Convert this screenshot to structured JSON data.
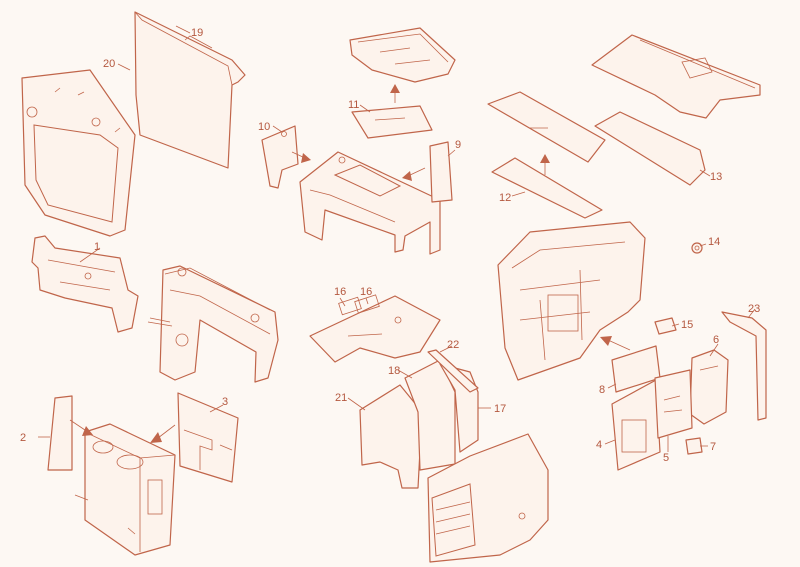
{
  "colors": {
    "line": "#c0654a",
    "fill": "#fdf3ec",
    "background": "#fdf8f3",
    "text": "#b4583f"
  },
  "callouts": [
    {
      "id": "1",
      "text": "1"
    },
    {
      "id": "2",
      "text": "2"
    },
    {
      "id": "3",
      "text": "3"
    },
    {
      "id": "4",
      "text": "4"
    },
    {
      "id": "5",
      "text": "5"
    },
    {
      "id": "6",
      "text": "6"
    },
    {
      "id": "7",
      "text": "7"
    },
    {
      "id": "8",
      "text": "8"
    },
    {
      "id": "9",
      "text": "9"
    },
    {
      "id": "10",
      "text": "10"
    },
    {
      "id": "11",
      "text": "11"
    },
    {
      "id": "12",
      "text": "12"
    },
    {
      "id": "13",
      "text": "13"
    },
    {
      "id": "14",
      "text": "14"
    },
    {
      "id": "15",
      "text": "15"
    },
    {
      "id": "16a",
      "text": "16"
    },
    {
      "id": "16b",
      "text": "16"
    },
    {
      "id": "17",
      "text": "17"
    },
    {
      "id": "18",
      "text": "18"
    },
    {
      "id": "19",
      "text": "19"
    },
    {
      "id": "20",
      "text": "20"
    },
    {
      "id": "21",
      "text": "21"
    },
    {
      "id": "22",
      "text": "22"
    },
    {
      "id": "23",
      "text": "23"
    }
  ]
}
